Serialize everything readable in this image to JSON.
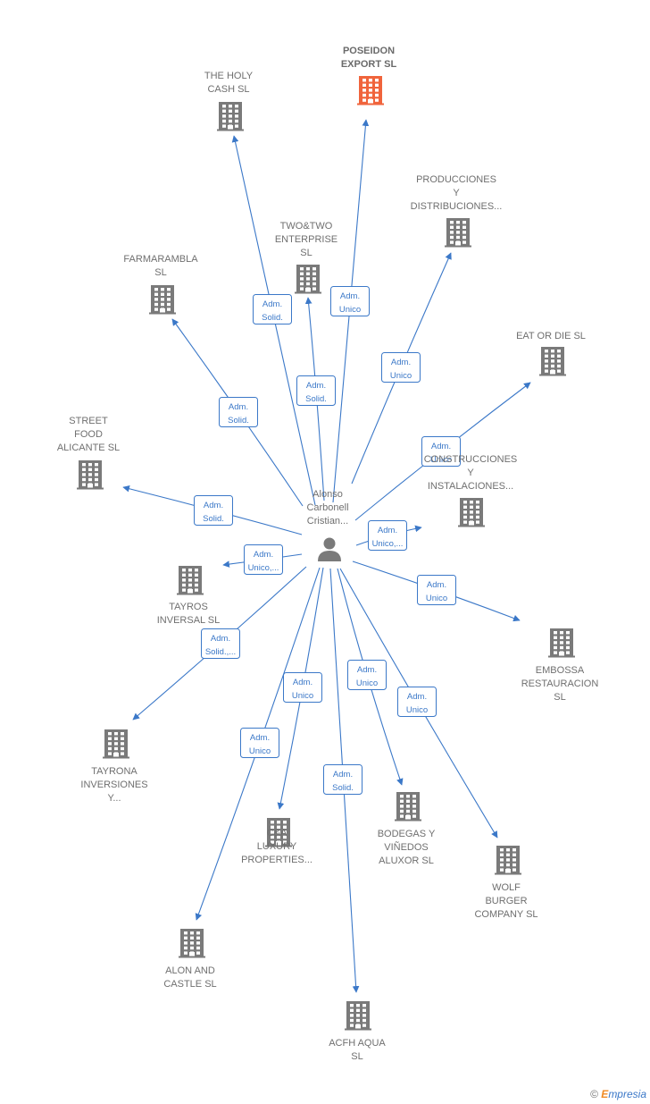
{
  "center": {
    "label": [
      "Alonso",
      "Carbonell",
      "Cristian..."
    ]
  },
  "nodes": [
    {
      "id": "poseidon",
      "label": [
        "POSEIDON",
        "EXPORT  SL"
      ],
      "highlight": true
    },
    {
      "id": "holycash",
      "label": [
        "THE HOLY",
        "CASH  SL"
      ]
    },
    {
      "id": "producciones",
      "label": [
        "PRODUCCIONES",
        "Y",
        "DISTRIBUCIONES..."
      ]
    },
    {
      "id": "twotwo",
      "label": [
        "TWO&TWO",
        "ENTERPRISE",
        "SL"
      ]
    },
    {
      "id": "farmarambla",
      "label": [
        "FARMARAMBLA",
        "SL"
      ]
    },
    {
      "id": "eatordie",
      "label": [
        "EAT OR DIE  SL"
      ]
    },
    {
      "id": "streetfood",
      "label": [
        "STREET",
        "FOOD",
        "ALICANTE  SL"
      ]
    },
    {
      "id": "construcciones",
      "label": [
        "CONSTRUCCIONES",
        "Y",
        "INSTALACIONES..."
      ]
    },
    {
      "id": "tayrosinversal",
      "label": [
        "TAYROS",
        "INVERSAL  SL"
      ]
    },
    {
      "id": "embossa",
      "label": [
        "EMBOSSA",
        "RESTAURACION",
        "SL"
      ]
    },
    {
      "id": "tayrona",
      "label": [
        "TAYRONA",
        "INVERSIONES",
        "Y..."
      ]
    },
    {
      "id": "caluxury",
      "label": [
        "C&A",
        "LUXURY",
        "PROPERTIES..."
      ]
    },
    {
      "id": "bodegas",
      "label": [
        "BODEGAS Y",
        "VIÑEDOS",
        "ALUXOR  SL"
      ]
    },
    {
      "id": "wolfburger",
      "label": [
        "WOLF",
        "BURGER",
        "COMPANY  SL"
      ]
    },
    {
      "id": "aloncastle",
      "label": [
        "ALON AND",
        "CASTLE SL"
      ]
    },
    {
      "id": "acfhaqua",
      "label": [
        "ACFH AQUA",
        "SL"
      ]
    }
  ],
  "edges": [
    {
      "to": "poseidon",
      "label": [
        "Adm.",
        "Unico"
      ]
    },
    {
      "to": "holycash",
      "label": [
        "Adm.",
        "Solid."
      ]
    },
    {
      "to": "producciones",
      "label": [
        "Adm.",
        "Unico"
      ]
    },
    {
      "to": "twotwo",
      "label": [
        "Adm.",
        "Solid."
      ]
    },
    {
      "to": "farmarambla",
      "label": [
        "Adm.",
        "Solid."
      ]
    },
    {
      "to": "eatordie",
      "label": [
        "Adm.",
        "Unico"
      ]
    },
    {
      "to": "streetfood",
      "label": [
        "Adm.",
        "Solid."
      ]
    },
    {
      "to": "construcciones",
      "label": [
        "Adm.",
        "Unico,..."
      ]
    },
    {
      "to": "tayrosinversal",
      "label": [
        "Adm.",
        "Unico,..."
      ]
    },
    {
      "to": "embossa",
      "label": [
        "Adm.",
        "Unico"
      ]
    },
    {
      "to": "tayrona",
      "label": [
        "Adm.",
        "Solid.,..."
      ]
    },
    {
      "to": "caluxury",
      "label": [
        "Adm.",
        "Unico"
      ]
    },
    {
      "to": "bodegas",
      "label": [
        "Adm.",
        "Unico"
      ]
    },
    {
      "to": "wolfburger",
      "label": [
        "Adm.",
        "Unico"
      ]
    },
    {
      "to": "aloncastle",
      "label": [
        "Adm.",
        "Unico"
      ]
    },
    {
      "to": "acfhaqua",
      "label": [
        "Adm.",
        "Solid."
      ]
    }
  ],
  "colors": {
    "edge": "#3b78c8",
    "building": "#7a7a7a",
    "building_highlight": "#f0643c",
    "person": "#7a7a7a"
  },
  "icons": {
    "company": "building-icon",
    "person": "person-icon"
  },
  "footer": {
    "copyright": "©",
    "brand_e": "E",
    "brand_rest": "mpresia"
  }
}
